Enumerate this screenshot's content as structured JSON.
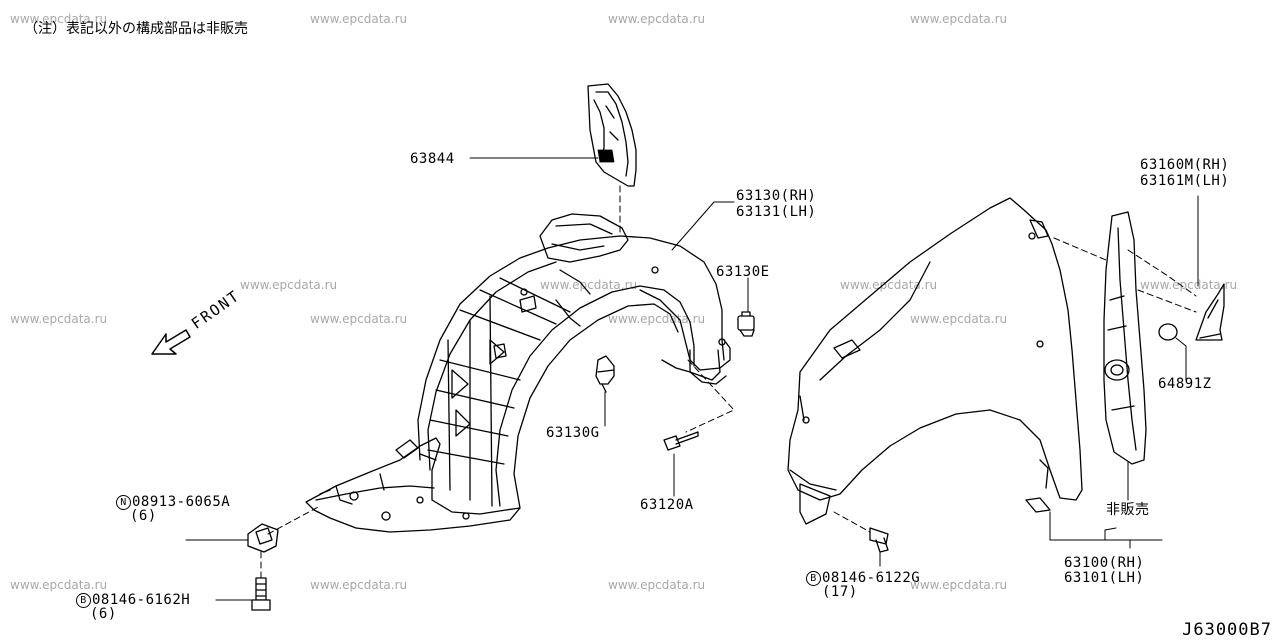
{
  "note": "（注）表記以外の構成部品は非販売",
  "diagram_code": "J63000B7",
  "direction_label": "FRONT",
  "watermark_text": "www.epcdata.ru",
  "not_sold_label": "非販売",
  "parts": {
    "p63844": "63844",
    "p63130_rh": "63130(RH)",
    "p63131_lh": "63131(LH)",
    "p63130E": "63130E",
    "p63130G": "63130G",
    "p63120A": "63120A",
    "p08913_code": "08913-6065A",
    "p08913_qty": "(6)",
    "p08913_prefix": "N",
    "p08146H_code": "08146-6162H",
    "p08146H_qty": "(6)",
    "p08146H_prefix": "B",
    "p08146G_code": "08146-6122G",
    "p08146G_qty": "(17)",
    "p08146G_prefix": "B",
    "p63160M_rh": "63160M(RH)",
    "p63161M_lh": "63161M(LH)",
    "p64891Z": "64891Z",
    "p63100_rh": "63100(RH)",
    "p63101_lh": "63101(LH)"
  }
}
